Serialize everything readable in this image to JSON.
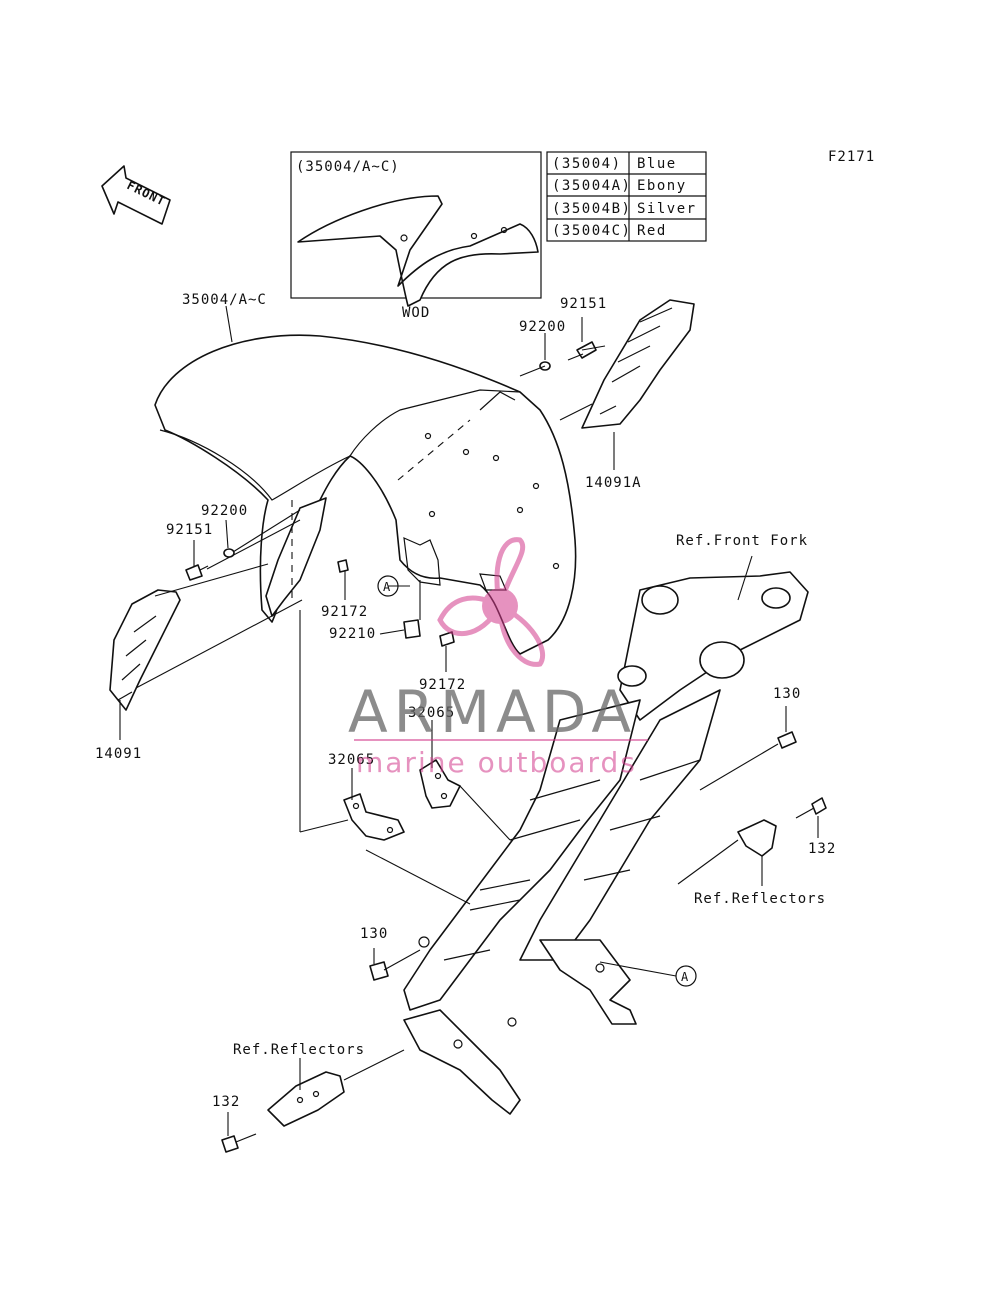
{
  "figure_code": "F2171",
  "front_arrow_label": "FRONT",
  "inset": {
    "title": "(35004/A~C)",
    "caption": "WOD"
  },
  "color_table": [
    {
      "code": "(35004)",
      "color": "Blue"
    },
    {
      "code": "(35004A)",
      "color": "Ebony"
    },
    {
      "code": "(35004B)",
      "color": "Silver"
    },
    {
      "code": "(35004C)",
      "color": "Red"
    }
  ],
  "callouts": {
    "fender": "35004/A~C",
    "bolt_right_top": "92151",
    "washer_right_top": "92200",
    "cover_right": "14091A",
    "washer_left": "92200",
    "bolt_left": "92151",
    "screw_left": "92172",
    "clip": "92210",
    "screw_center": "92172",
    "cover_left": "14091",
    "bracket_upper": "32065",
    "bracket_lower": "32065",
    "ref_front_fork": "Ref.Front Fork",
    "bolt_130_right": "130",
    "bolt_132_right": "132",
    "ref_reflectors_right": "Ref.Reflectors",
    "bolt_130_left": "130",
    "ref_reflectors_left": "Ref.Reflectors",
    "bolt_132_left": "132",
    "marker_a_top": "A",
    "marker_a_bottom": "A"
  },
  "watermark": {
    "brand": "ARMADA",
    "tagline": "marine outboards"
  },
  "colors": {
    "line": "#111111",
    "watermark_pink": "#d23a8c",
    "watermark_gray": "#666666"
  }
}
